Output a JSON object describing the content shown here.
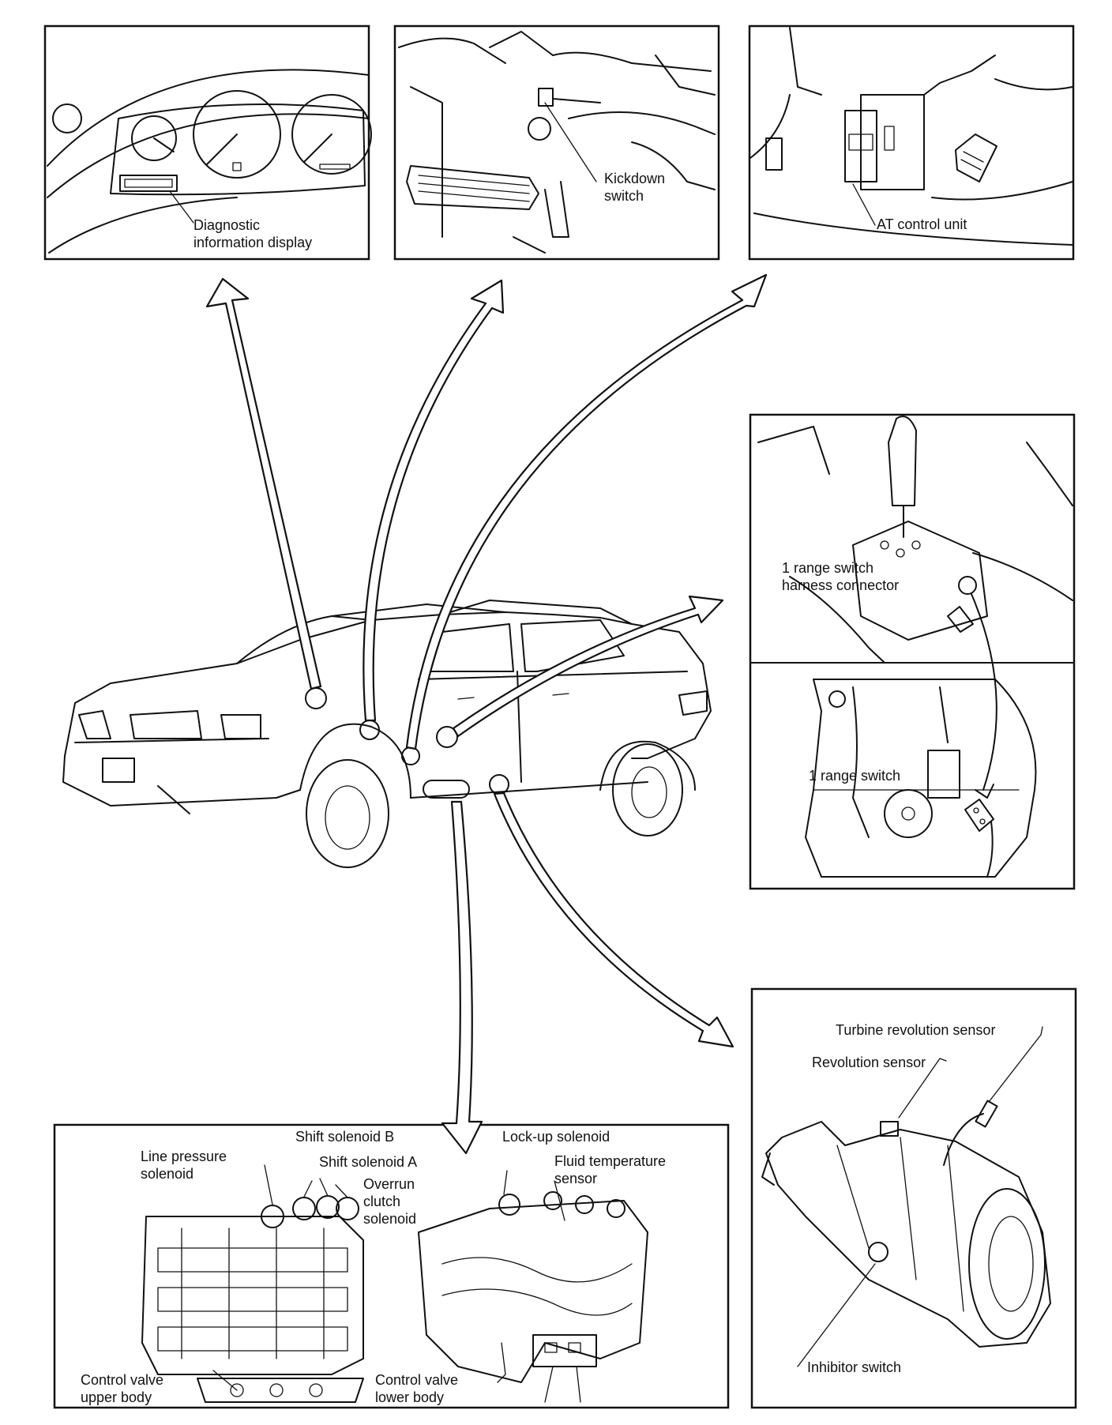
{
  "panels": {
    "dashboard": {
      "label": "Diagnostic\ninformation display"
    },
    "kickdown": {
      "label": "Kickdown\nswitch"
    },
    "control_unit": {
      "label": "AT control unit"
    },
    "range_top": {
      "label": "1 range switch\nharness connector"
    },
    "range_bottom": {
      "label": "1 range switch"
    },
    "transmission": {
      "turbine": "Turbine revolution sensor",
      "revolution": "Revolution sensor",
      "inhibitor": "Inhibitor switch"
    },
    "valve_body": {
      "shift_b": "Shift solenoid B",
      "line_pressure": "Line pressure\nsolenoid",
      "shift_a": "Shift solenoid A",
      "overrun": "Overrun\nclutch\nsolenoid",
      "lockup": "Lock-up solenoid",
      "fluid_temp": "Fluid temperature\nsensor",
      "upper_body": "Control valve\nupper body",
      "lower_body": "Control valve\nlower body"
    }
  },
  "icons": [
    "car-illustration",
    "gauge-icon",
    "pedal-icon",
    "control-unit-icon",
    "shift-lever-icon",
    "transmission-icon",
    "valve-body-icon"
  ]
}
